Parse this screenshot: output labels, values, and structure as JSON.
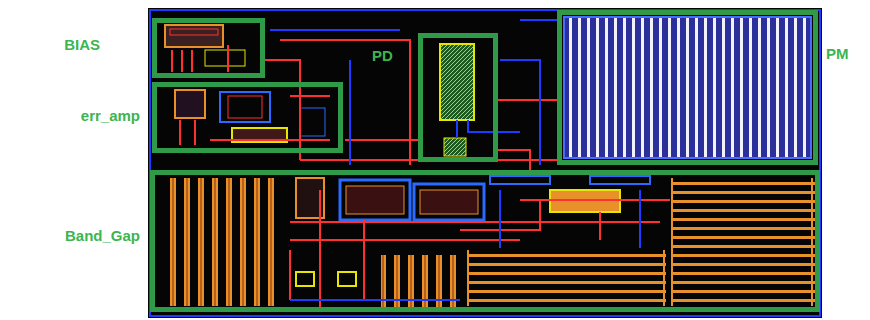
{
  "diagram": {
    "nodes": [
      {
        "text": [
          "BIAS"
        ]
      },
      {
        "text": [
          "PD"
        ]
      },
      {
        "text": [
          "PM"
        ]
      },
      {
        "text": [
          "err_amp"
        ]
      },
      {
        "text": [
          "Band_Gap"
        ]
      }
    ]
  }
}
